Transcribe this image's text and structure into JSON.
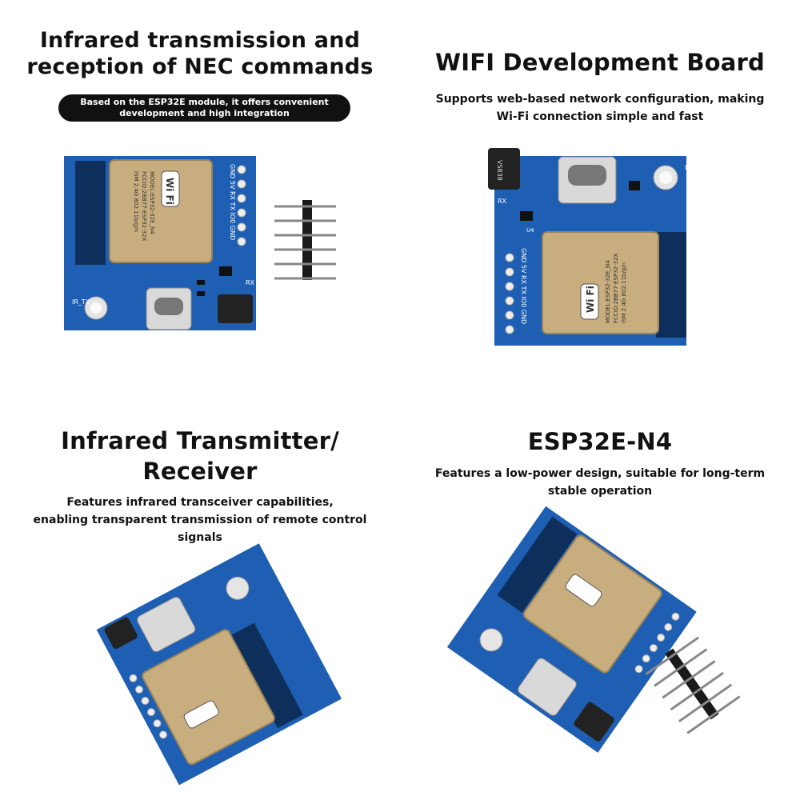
{
  "panels": [
    {
      "title_line1": "Infrared transmission and",
      "title_line2": "reception of NEC commands",
      "pill_text": "Based on the ESP32E module, it offers convenient development and high integration"
    },
    {
      "title": "WIFI Development Board",
      "subtitle_line1": "Supports web-based network configuration, making",
      "subtitle_line2": "Wi-Fi connection simple and fast"
    },
    {
      "title_line1": "Infrared Transmitter/",
      "title_line2": "Receiver",
      "subtitle_line1": "Features infrared transceiver capabilities,",
      "subtitle_line2": "enabling transparent transmission of remote control",
      "subtitle_line3": "signals"
    },
    {
      "title": "ESP32E-N4",
      "subtitle_line1": "Features a low-power design, suitable for long-term",
      "subtitle_line2": "stable operation"
    }
  ],
  "module": {
    "wifi_logo": "Wi Fi",
    "model_line": "MODEL:ESP32-32E_N4",
    "fcc_line": "FCCID:2BB77-ESP32-32X",
    "ism_line": "ISM 2.4G 802.11b/g/n"
  },
  "silkscreen": {
    "pins": "GND 5V RX TX IO0 GND",
    "ir_tx": "IR_TX",
    "rx": "RX",
    "u4": "U4",
    "receiver_text": "VS838"
  },
  "colors": {
    "pcb_blue": "#1f5fb3",
    "shield_tan": "#c8ad7e",
    "header_black": "#1a1a1a"
  }
}
